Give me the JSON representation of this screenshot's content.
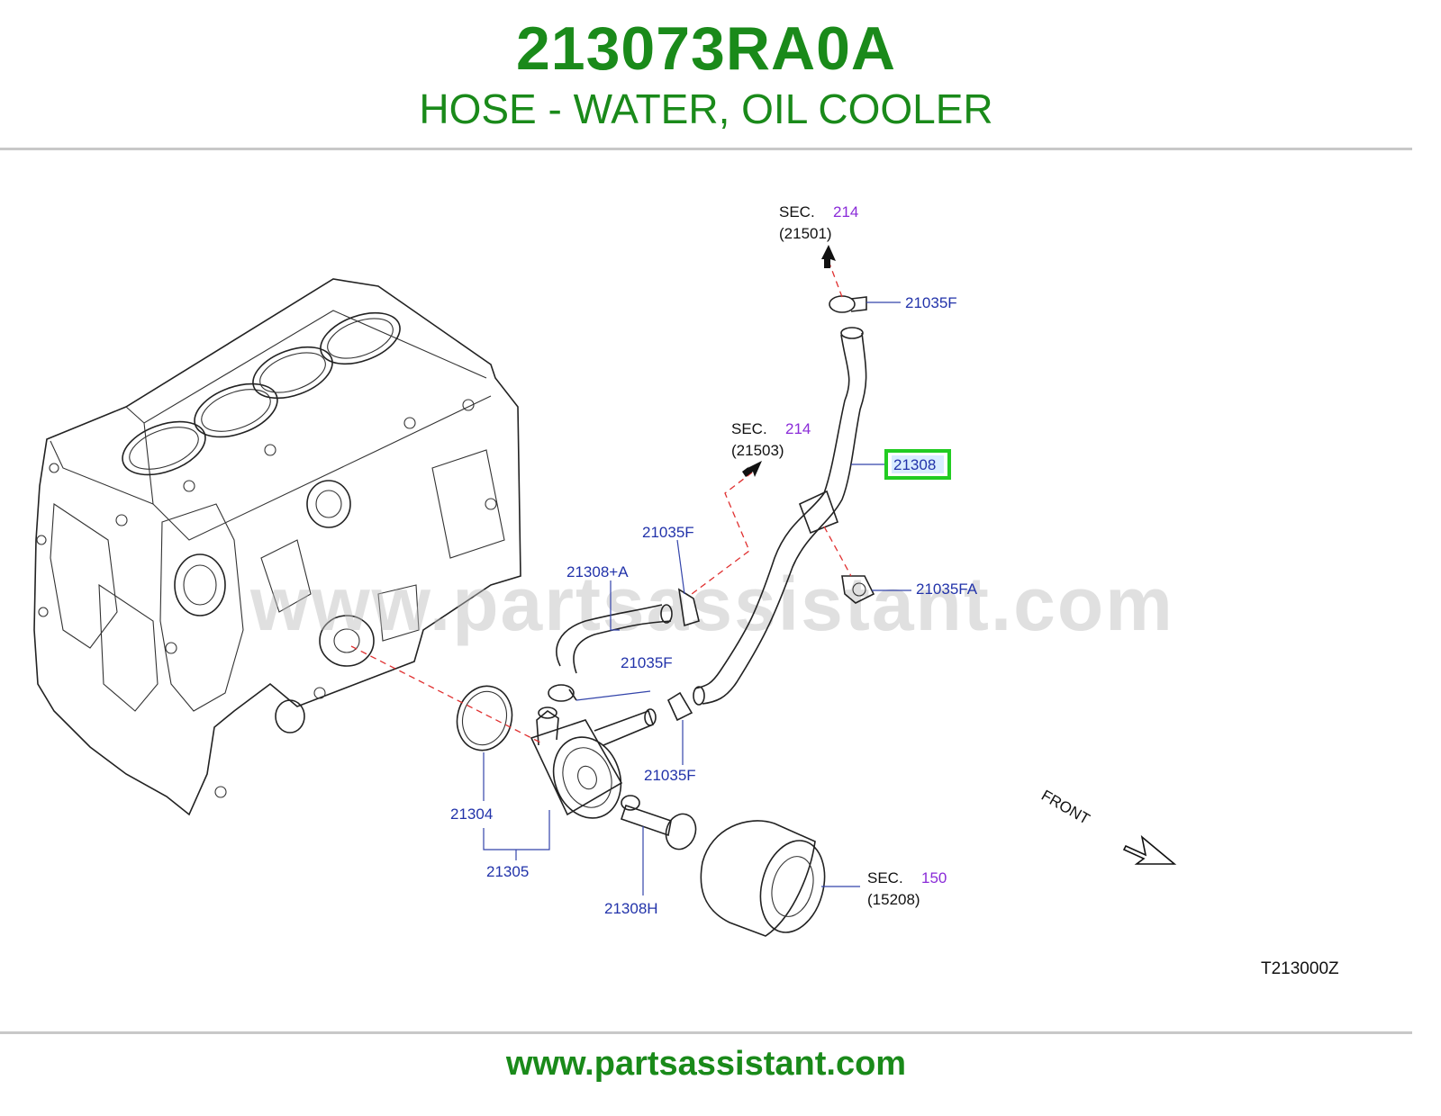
{
  "header": {
    "part_number": "213073RA0A",
    "part_name": "HOSE - WATER, OIL COOLER"
  },
  "footer": {
    "url": "www.partsassistant.com"
  },
  "watermark": "www.partsassistant.com",
  "diagram": {
    "code": "T213000Z",
    "front_label": "FRONT",
    "highlighted_callout": "21308",
    "callouts": {
      "c21035f_top": "21035F",
      "c21308": "21308",
      "c21035fa": "21035FA",
      "c21035f_mid": "21035F",
      "c21308a": "21308+A",
      "c21035f_cooler": "21035F",
      "c21035f_low": "21035F",
      "c21304": "21304",
      "c21305": "21305",
      "c21308h": "21308H"
    },
    "sections": {
      "sec_21501": {
        "prefix": "SEC.",
        "num": "214",
        "ref": "(21501)"
      },
      "sec_21503": {
        "prefix": "SEC.",
        "num": "214",
        "ref": "(21503)"
      },
      "sec_15208": {
        "prefix": "SEC.",
        "num": "150",
        "ref": "(15208)"
      }
    }
  },
  "colors": {
    "title_green": "#1a8a1a",
    "callout_blue": "#2233aa",
    "section_purple": "#8a2bd8",
    "highlight_green": "#22cc22",
    "dash_red": "#e03030"
  }
}
